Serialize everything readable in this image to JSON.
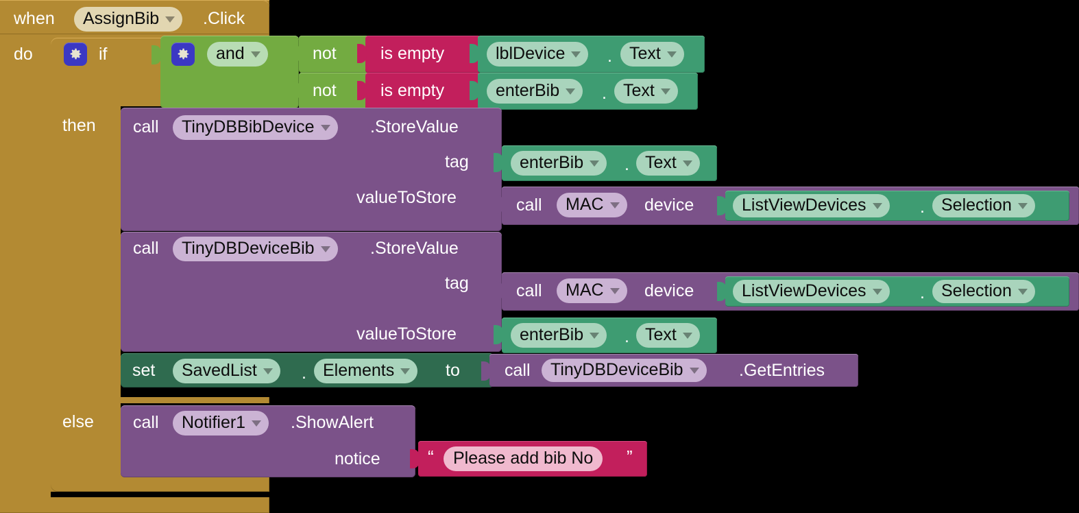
{
  "workspace": {
    "name": "app-inventor-blocks-canvas",
    "background": "#000000"
  },
  "colors": {
    "event_gold": "#b38a33",
    "logic_green": "#73ab41",
    "control_purple": "#7b5289",
    "component_teal": "#3e9c72",
    "setter_dark_teal": "#2f6b4f",
    "text_crimson": "#c21f5c",
    "mutator_blue": "#3b38c4"
  },
  "event_block": {
    "when_label": "when",
    "component": "AssignBib",
    "event": ".Click",
    "do_label": "do"
  },
  "if_block": {
    "if_label": "if",
    "then_label": "then",
    "else_label": "else",
    "gear_icon": "gear-icon"
  },
  "and_block": {
    "operator": "and",
    "gear_icon": "gear-icon",
    "conditions": [
      {
        "not_label": "not",
        "is_empty_label": "is empty",
        "component": "lblDevice",
        "property": "Text",
        "separator": "."
      },
      {
        "not_label": "not",
        "is_empty_label": "is empty",
        "component": "enterBib",
        "property": "Text",
        "separator": "."
      }
    ]
  },
  "then_statements": [
    {
      "kind": "call",
      "call_label": "call",
      "component": "TinyDBBibDevice",
      "method": ".StoreValue",
      "args": [
        {
          "name": "tag",
          "value": {
            "kind": "getter",
            "component": "enterBib",
            "property": "Text",
            "separator": "."
          }
        },
        {
          "name": "valueToStore",
          "value": {
            "kind": "call_with_arg",
            "call_label": "call",
            "component": "MAC",
            "method_arg_label": "device",
            "arg_value": {
              "kind": "getter",
              "component": "ListViewDevices",
              "property": "Selection",
              "separator": "."
            }
          }
        }
      ]
    },
    {
      "kind": "call",
      "call_label": "call",
      "component": "TinyDBDeviceBib",
      "method": ".StoreValue",
      "args": [
        {
          "name": "tag",
          "value": {
            "kind": "call_with_arg",
            "call_label": "call",
            "component": "MAC",
            "method_arg_label": "device",
            "arg_value": {
              "kind": "getter",
              "component": "ListViewDevices",
              "property": "Selection",
              "separator": "."
            }
          }
        },
        {
          "name": "valueToStore",
          "value": {
            "kind": "getter",
            "component": "enterBib",
            "property": "Text",
            "separator": "."
          }
        }
      ]
    },
    {
      "kind": "set",
      "set_label": "set",
      "component": "SavedList",
      "property": "Elements",
      "separator": ".",
      "to_label": "to",
      "value": {
        "kind": "call",
        "call_label": "call",
        "component": "TinyDBDeviceBib",
        "method": ".GetEntries"
      }
    }
  ],
  "else_statements": [
    {
      "kind": "call",
      "call_label": "call",
      "component": "Notifier1",
      "method": ".ShowAlert",
      "args": [
        {
          "name": "notice",
          "value": {
            "kind": "text",
            "open_quote": "“",
            "close_quote": "”",
            "text": "Please add bib No"
          }
        }
      ]
    }
  ]
}
